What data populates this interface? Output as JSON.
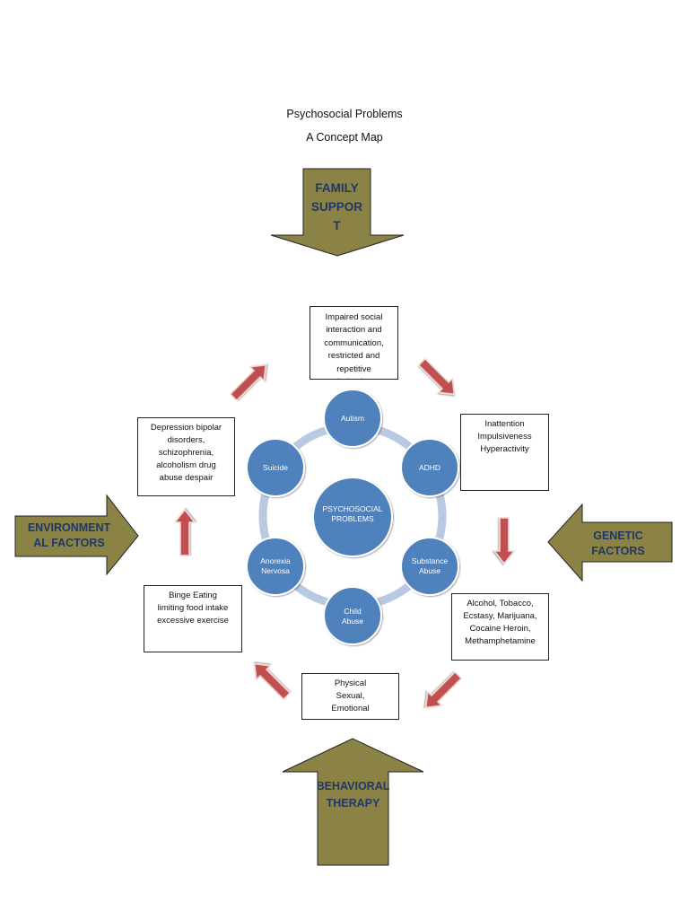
{
  "title": {
    "line1": "Psychosocial Problems",
    "line2": "A Concept Map"
  },
  "center": {
    "lines": [
      "PSYCHOSOCIAL",
      "PROBLEMS"
    ]
  },
  "nodes": {
    "autism": {
      "lines": [
        "Autism"
      ]
    },
    "adhd": {
      "lines": [
        "ADHD"
      ]
    },
    "substance": {
      "lines": [
        "Substance",
        "Abuse"
      ]
    },
    "child": {
      "lines": [
        "Child",
        "Abuse"
      ]
    },
    "anorexia": {
      "lines": [
        "Anorexia",
        "Nervosa"
      ]
    },
    "suicide": {
      "lines": [
        "Suicide"
      ]
    }
  },
  "boxes": {
    "autism": {
      "lines": [
        "Impaired social",
        "interaction and",
        "communication,",
        "restricted and",
        "repetitive",
        "behavior"
      ]
    },
    "adhd": {
      "lines": [
        "Inattention",
        "Impulsiveness",
        "Hyperactivity"
      ]
    },
    "substance": {
      "lines": [
        "Alcohol, Tobacco,",
        "Ecstasy, Marijuana,",
        "Cocaine Heroin,",
        "Methamphetamine"
      ]
    },
    "child": {
      "lines": [
        "Physical",
        "Sexual,",
        "Emotional"
      ]
    },
    "anorexia": {
      "lines": [
        "Binge Eating",
        "limiting food intake",
        "excessive exercise"
      ]
    },
    "suicide": {
      "lines": [
        "Depression bipolar",
        "disorders,",
        "schizophrenia,",
        "alcoholism drug",
        "abuse despair"
      ]
    }
  },
  "big_arrows": {
    "family": {
      "lines": [
        "FAMILY",
        "SUPPOR",
        "T"
      ]
    },
    "environment": {
      "lines": [
        "ENVIRONMENT",
        "AL FACTORS"
      ]
    },
    "genetic": {
      "lines": [
        "GENETIC",
        "FACTORS"
      ]
    },
    "behavioral": {
      "lines": [
        "BEHAVIORAL",
        "THERAPY"
      ]
    }
  },
  "colors": {
    "olive_arrow": "#8b8246",
    "node_blue": "#4f81bd",
    "ring": "#b9c9e2",
    "red_arrow": "#c0504d",
    "arrow_text": "#1f3864"
  }
}
